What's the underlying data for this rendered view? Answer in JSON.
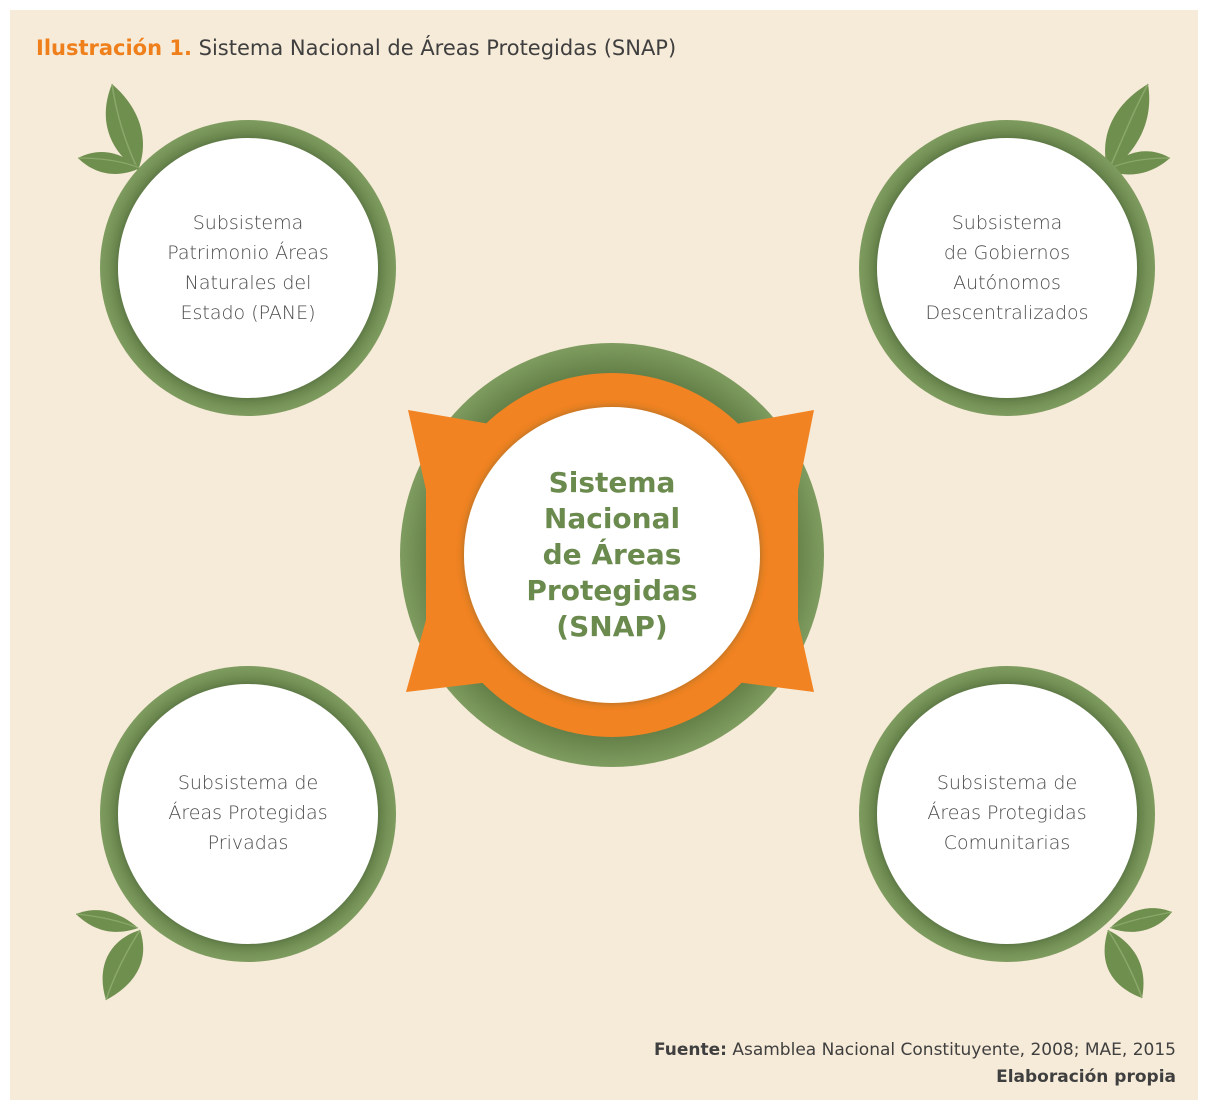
{
  "header": {
    "title_prefix": "Ilustración 1.",
    "title_rest": "Sistema Nacional de Áreas Protegidas (SNAP)"
  },
  "center": {
    "lines": [
      "Sistema",
      "Nacional",
      "de Áreas",
      "Protegidas",
      "(SNAP)"
    ]
  },
  "subsystems": {
    "pane": {
      "lines": [
        "Subsistema",
        "Patrimonio Áreas",
        "Naturales del",
        "Estado (PANE)"
      ]
    },
    "gad": {
      "lines": [
        "Subsistema",
        "de Gobiernos",
        "Autónomos",
        "Descentralizados"
      ]
    },
    "privadas": {
      "lines": [
        "Subsistema de",
        "Áreas Protegidas",
        "Privadas"
      ]
    },
    "comunitarias": {
      "lines": [
        "Subsistema de",
        "Áreas Protegidas",
        "Comunitarias"
      ]
    }
  },
  "footer": {
    "source_label": "Fuente:",
    "source_text": "Asamblea Nacional Constituyente, 2008; MAE, 2015",
    "credit": "Elaboración propia"
  },
  "colors": {
    "background": "#f6ead8",
    "ring_green": "#6b8a4e",
    "accent_orange": "#ef7f1a",
    "leaf_green": "#6f8f4f"
  }
}
